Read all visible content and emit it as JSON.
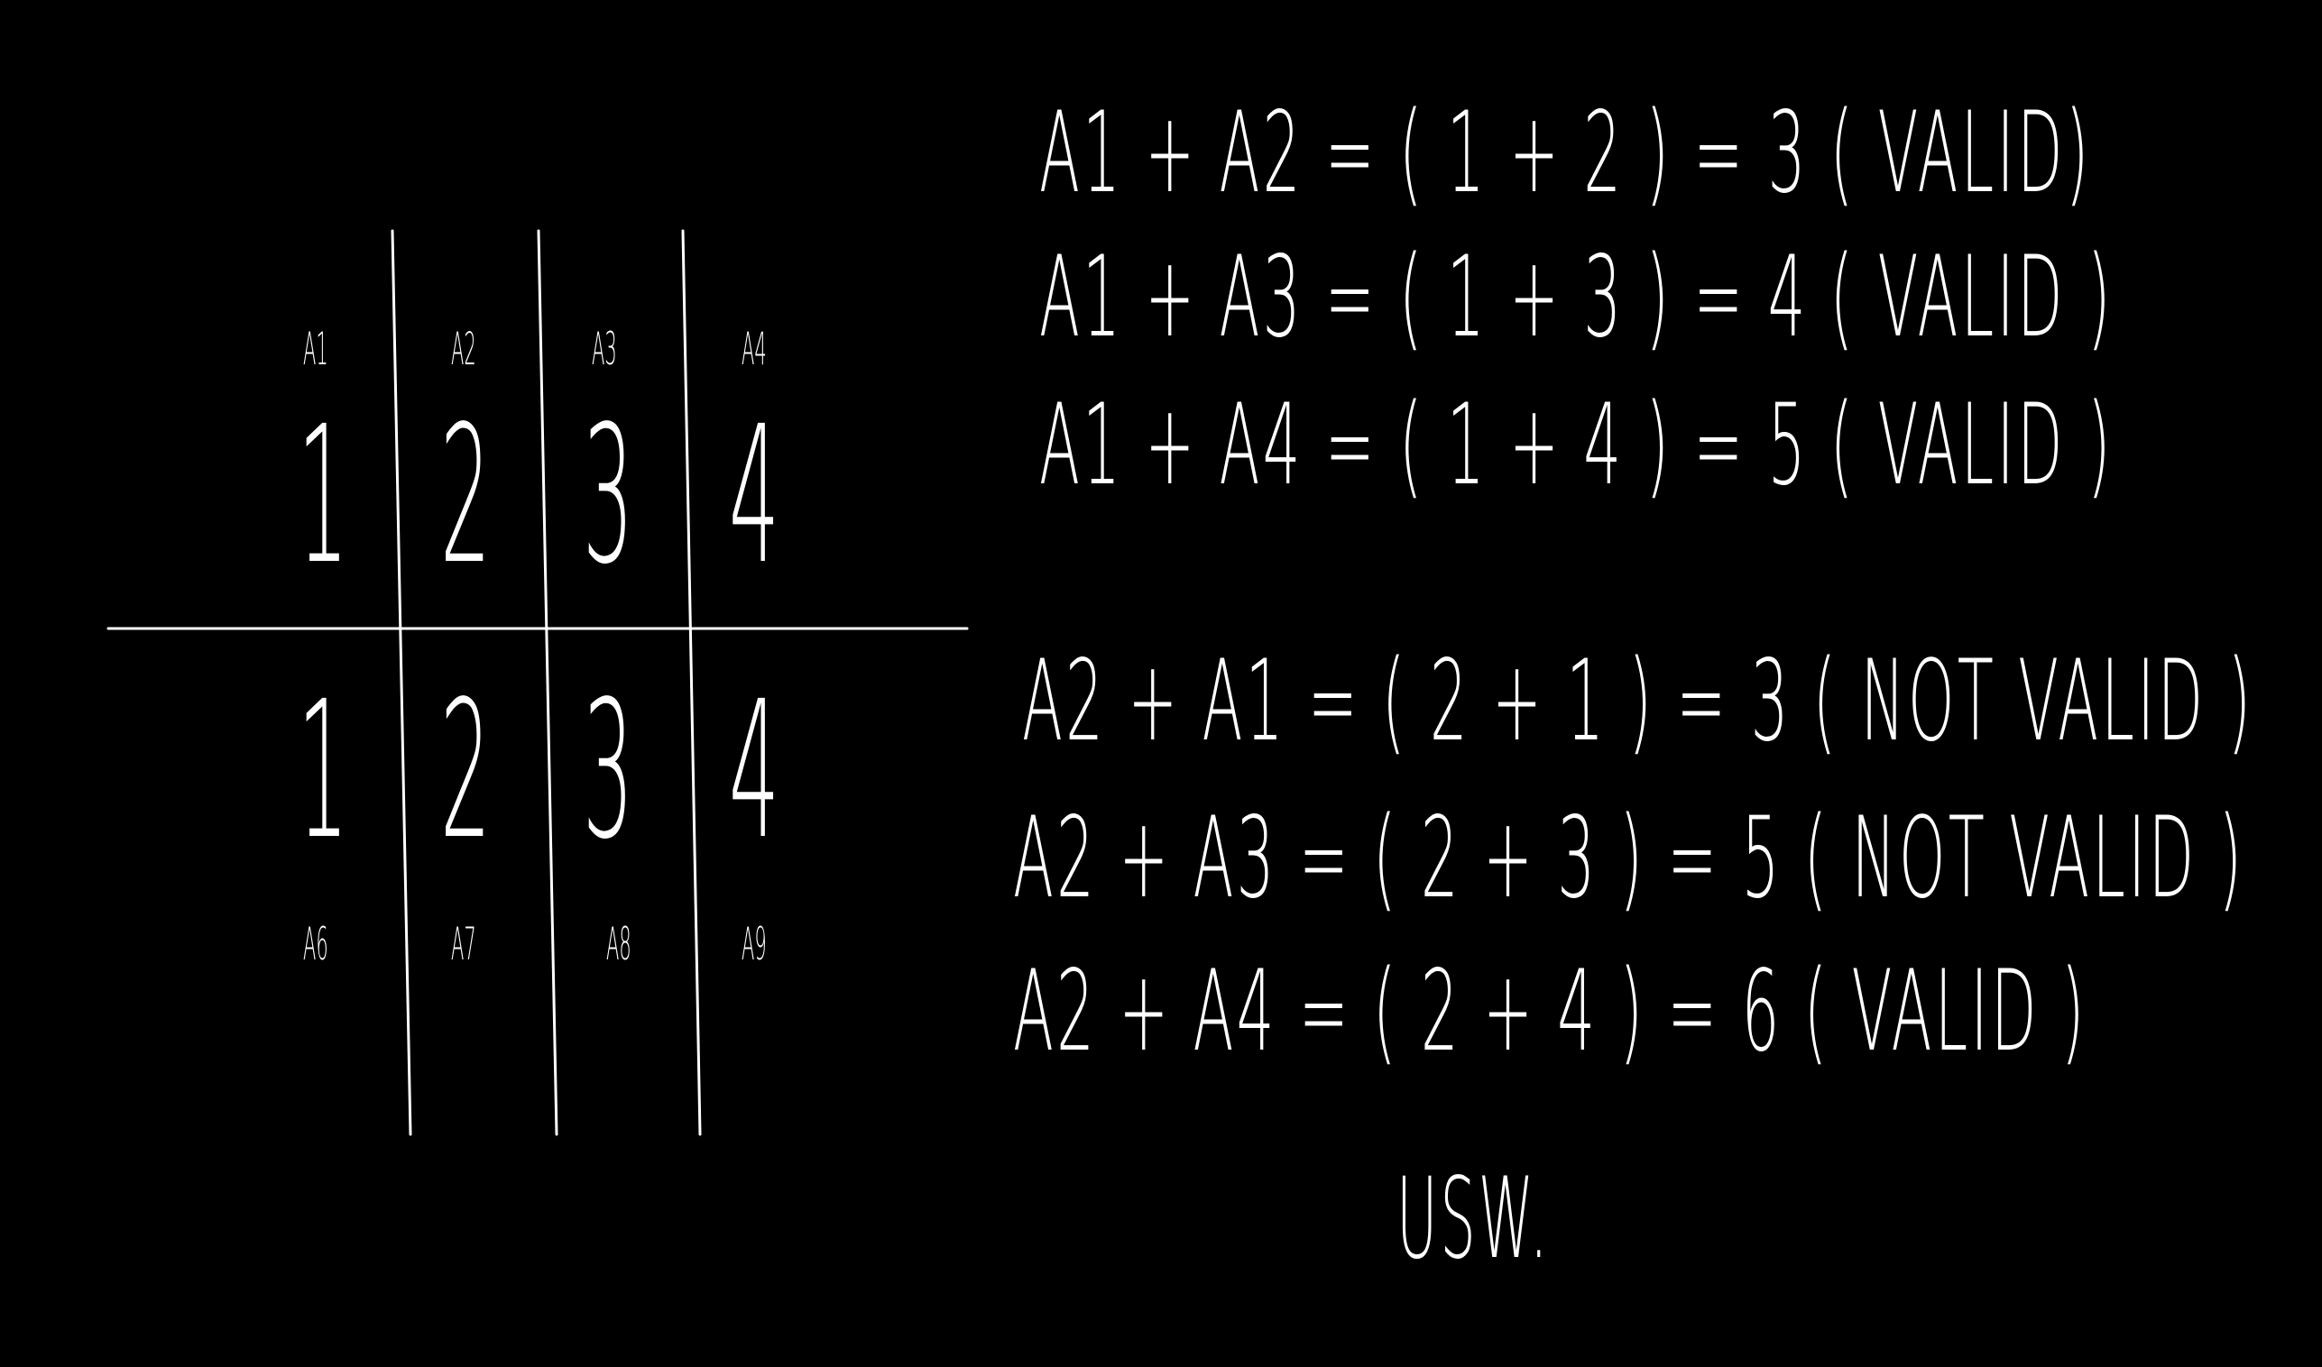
{
  "grid": {
    "top_labels": [
      "A1",
      "A2",
      "A3",
      "A4"
    ],
    "top_values": [
      "1",
      "2",
      "3",
      "4"
    ],
    "bottom_values": [
      "1",
      "2",
      "3",
      "4"
    ],
    "bottom_labels": [
      "A6",
      "A7",
      "A8",
      "A9"
    ]
  },
  "equations": [
    "A1 + A2 = ( 1 + 2 ) = 3 ( VALID)",
    "A1 + A3 = ( 1 + 3 ) = 4 ( VALID )",
    "A1 + A4 = ( 1 + 4 ) = 5 ( VALID )",
    "A2 + A1 = ( 2 + 1 ) = 3 ( NOT VALID )",
    "A2 + A3 = ( 2 + 3 ) = 5 ( NOT VALID )",
    "A2 + A4 = ( 2 + 4 ) = 6 ( VALID )"
  ],
  "footer": "USW.",
  "colors": {
    "background": "#000000",
    "ink": "#ffffff"
  }
}
